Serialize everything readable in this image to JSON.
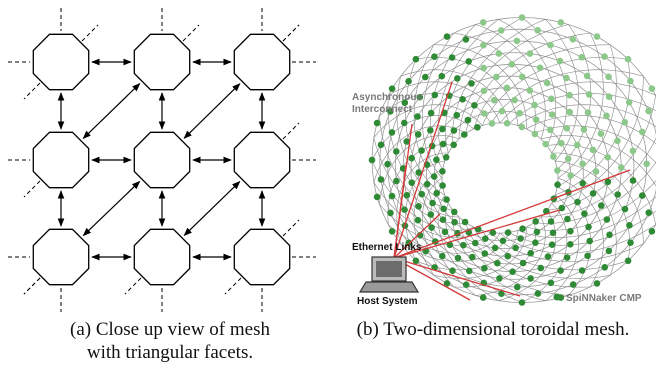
{
  "panel_a": {
    "caption_line1": "(a) Close up view of mesh",
    "caption_line2": "with triangular facets."
  },
  "panel_b": {
    "caption": "(b) Two-dimensional toroidal mesh.",
    "labels": {
      "async_line1": "Asynchronous",
      "async_line2": "Interconnect",
      "ethernet": "Ethernet Links",
      "host": "Host System",
      "spinnaker": "SpiNNaker CMP"
    }
  },
  "colors": {
    "node_green_light": "#8cc88a",
    "node_green_dark": "#2f8a35",
    "ethernet_red": "#d43a3a",
    "torus_line": "#9a9a9a",
    "label_gray": "#7a7a7a"
  },
  "mesh": {
    "rows": 3,
    "cols": 3
  }
}
